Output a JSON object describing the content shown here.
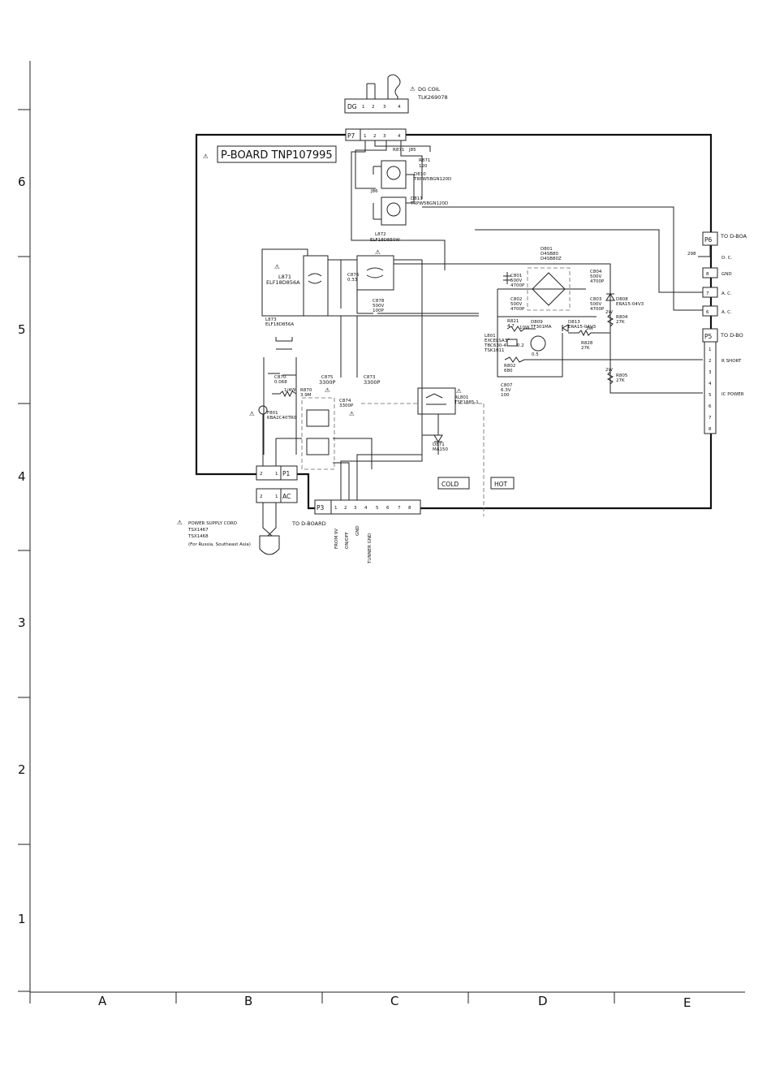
{
  "grid": {
    "rows": [
      "6",
      "5",
      "4",
      "3",
      "2",
      "1"
    ],
    "columns": [
      "A",
      "B",
      "C",
      "D",
      "E"
    ]
  },
  "board": {
    "title": "P-BOARD TNP107995",
    "cold": "COLD",
    "hot": "HOT"
  },
  "dg_coil": {
    "label": "DG COIL",
    "part": "TLK269078",
    "connector": "DG",
    "pins": [
      "1",
      "2",
      "3",
      "4"
    ]
  },
  "power_cord": {
    "title": "POWER SUPPLY CORD",
    "parts": [
      "TSX1467",
      "TSX1468"
    ],
    "note": "(For Russia, Southeast Asia)"
  },
  "connectors": {
    "p7": "P7",
    "p6": "P6",
    "p5": "P5",
    "p1": "P1",
    "p3": "P3",
    "ac": "AC",
    "to_d_board_p3": "TO D-BOARD",
    "to_d_board_p6": "TO D-BOA",
    "to_d_board_p5": "TO D-BO"
  },
  "p6_pins": [
    {
      "num": "8",
      "label": "GND"
    },
    {
      "num": "7",
      "label": "A. C."
    },
    {
      "num": "6",
      "label": "A. C."
    }
  ],
  "p6_top_label": "D. C.",
  "p6_wire": "298",
  "p5_pins": [
    "1",
    "2",
    "3",
    "4",
    "5",
    "6",
    "7",
    "8"
  ],
  "p5_labels": [
    "R SHORT",
    "IC POWER"
  ],
  "p3_pins": [
    "1",
    "2",
    "3",
    "4",
    "5",
    "6",
    "7",
    "8"
  ],
  "p3_signals": [
    "FROM 9V",
    "ON/OFF",
    "GND",
    "TUNNER GND"
  ],
  "components": {
    "r871": "R871",
    "r871_val": "120",
    "d810": "D810",
    "d810_part": "TRPW5BGN120D",
    "d811": "D811",
    "d811_part": "TRPW5BGN120D",
    "j85": "J85",
    "j86": "J86",
    "l871": "L871",
    "l871_part": "ELF18D856A",
    "l872": "L872",
    "l872_part": "ELF18D850W",
    "l873": "L873",
    "l873_part": "ELF18D856A",
    "c876": "C876",
    "c876_val": "0.33",
    "c878": "C878",
    "c878_v": "500V",
    "c878_val": "100P",
    "c870": "C870",
    "c870_val": "0.068",
    "r870": "R870",
    "r870_val": "3.9M",
    "r870_w": "1/4W",
    "c875": "C875",
    "c875_val": "3300P",
    "c873": "C873",
    "c873_val": "3300P",
    "c874": "C874",
    "c874_val": "3300P",
    "f801": "F801",
    "f801_part": "KBA2C40TR0",
    "rl801": "RL801",
    "rl801_part": "TSE1885-1",
    "d871": "D871",
    "d871_part": "MA150",
    "d801": "D801",
    "d801_parts": [
      "D4SB80",
      "D4SB80Z"
    ],
    "c801": "C801",
    "c801_v": "500V",
    "c801_val": "4700P",
    "c802": "C802",
    "c802_v": "500V",
    "c802_val": "4700P",
    "c804": "C804",
    "c804_v": "500V",
    "c804_val": "4700P",
    "c803": "C803",
    "c803_v": "500V",
    "c803_val": "4700P",
    "d808": "D808",
    "d808_part": "ERA15-04V3",
    "r804": "R804",
    "r804_val": "27K",
    "r805": "R805",
    "r805_val": "27K",
    "r821": "R821",
    "r821_val": "4.7",
    "r821_w": "10W",
    "d809": "D809",
    "d809_part": "TF301MA",
    "d813": "D813",
    "d813_part": "ERA15-04V3",
    "r828": "R828",
    "r828_val": "27K",
    "l801": "L801",
    "l801_parts": [
      "EXCELSA35",
      "TBC630-4",
      "TSK1011"
    ],
    "r802": "R802",
    "r802_val": "680",
    "c807": "C807",
    "c807_v": "6.3V",
    "c807_val": "100",
    "val_02": "0.2",
    "val_05": "0.5",
    "val_2w": "2W",
    "val_3w": "3W"
  }
}
